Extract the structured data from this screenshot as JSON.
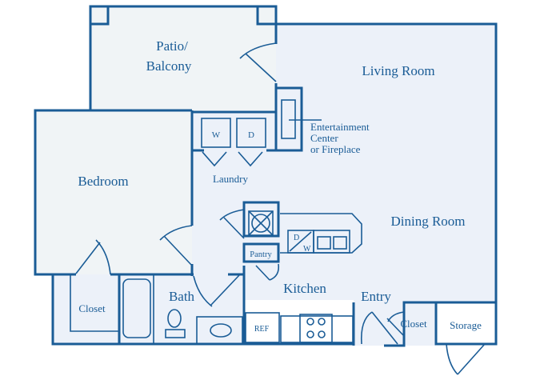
{
  "plan": {
    "colors": {
      "wall": "#1a5c96",
      "living_fill": "#ecf1f9",
      "bedroom_fill": "#f0f4f6",
      "background": "#ffffff"
    },
    "rooms": {
      "patio": {
        "line1": "Patio/",
        "line2": "Balcony"
      },
      "living": "Living Room",
      "bedroom": "Bedroom",
      "dining": "Dining Room",
      "kitchen": "Kitchen",
      "bath": "Bath",
      "entry": "Entry",
      "bedroom_closet": "Closet",
      "entry_closet": "Closet",
      "storage": "Storage",
      "laundry": "Laundry",
      "pantry": "Pantry"
    },
    "fixtures": {
      "washer": "W",
      "dryer": "D",
      "dishwasher_top": "D",
      "dishwasher_bottom": "W",
      "refrigerator": "REF",
      "entertainment": {
        "line1": "Entertainment",
        "line2": "Center",
        "line3": "or Fireplace"
      }
    }
  }
}
